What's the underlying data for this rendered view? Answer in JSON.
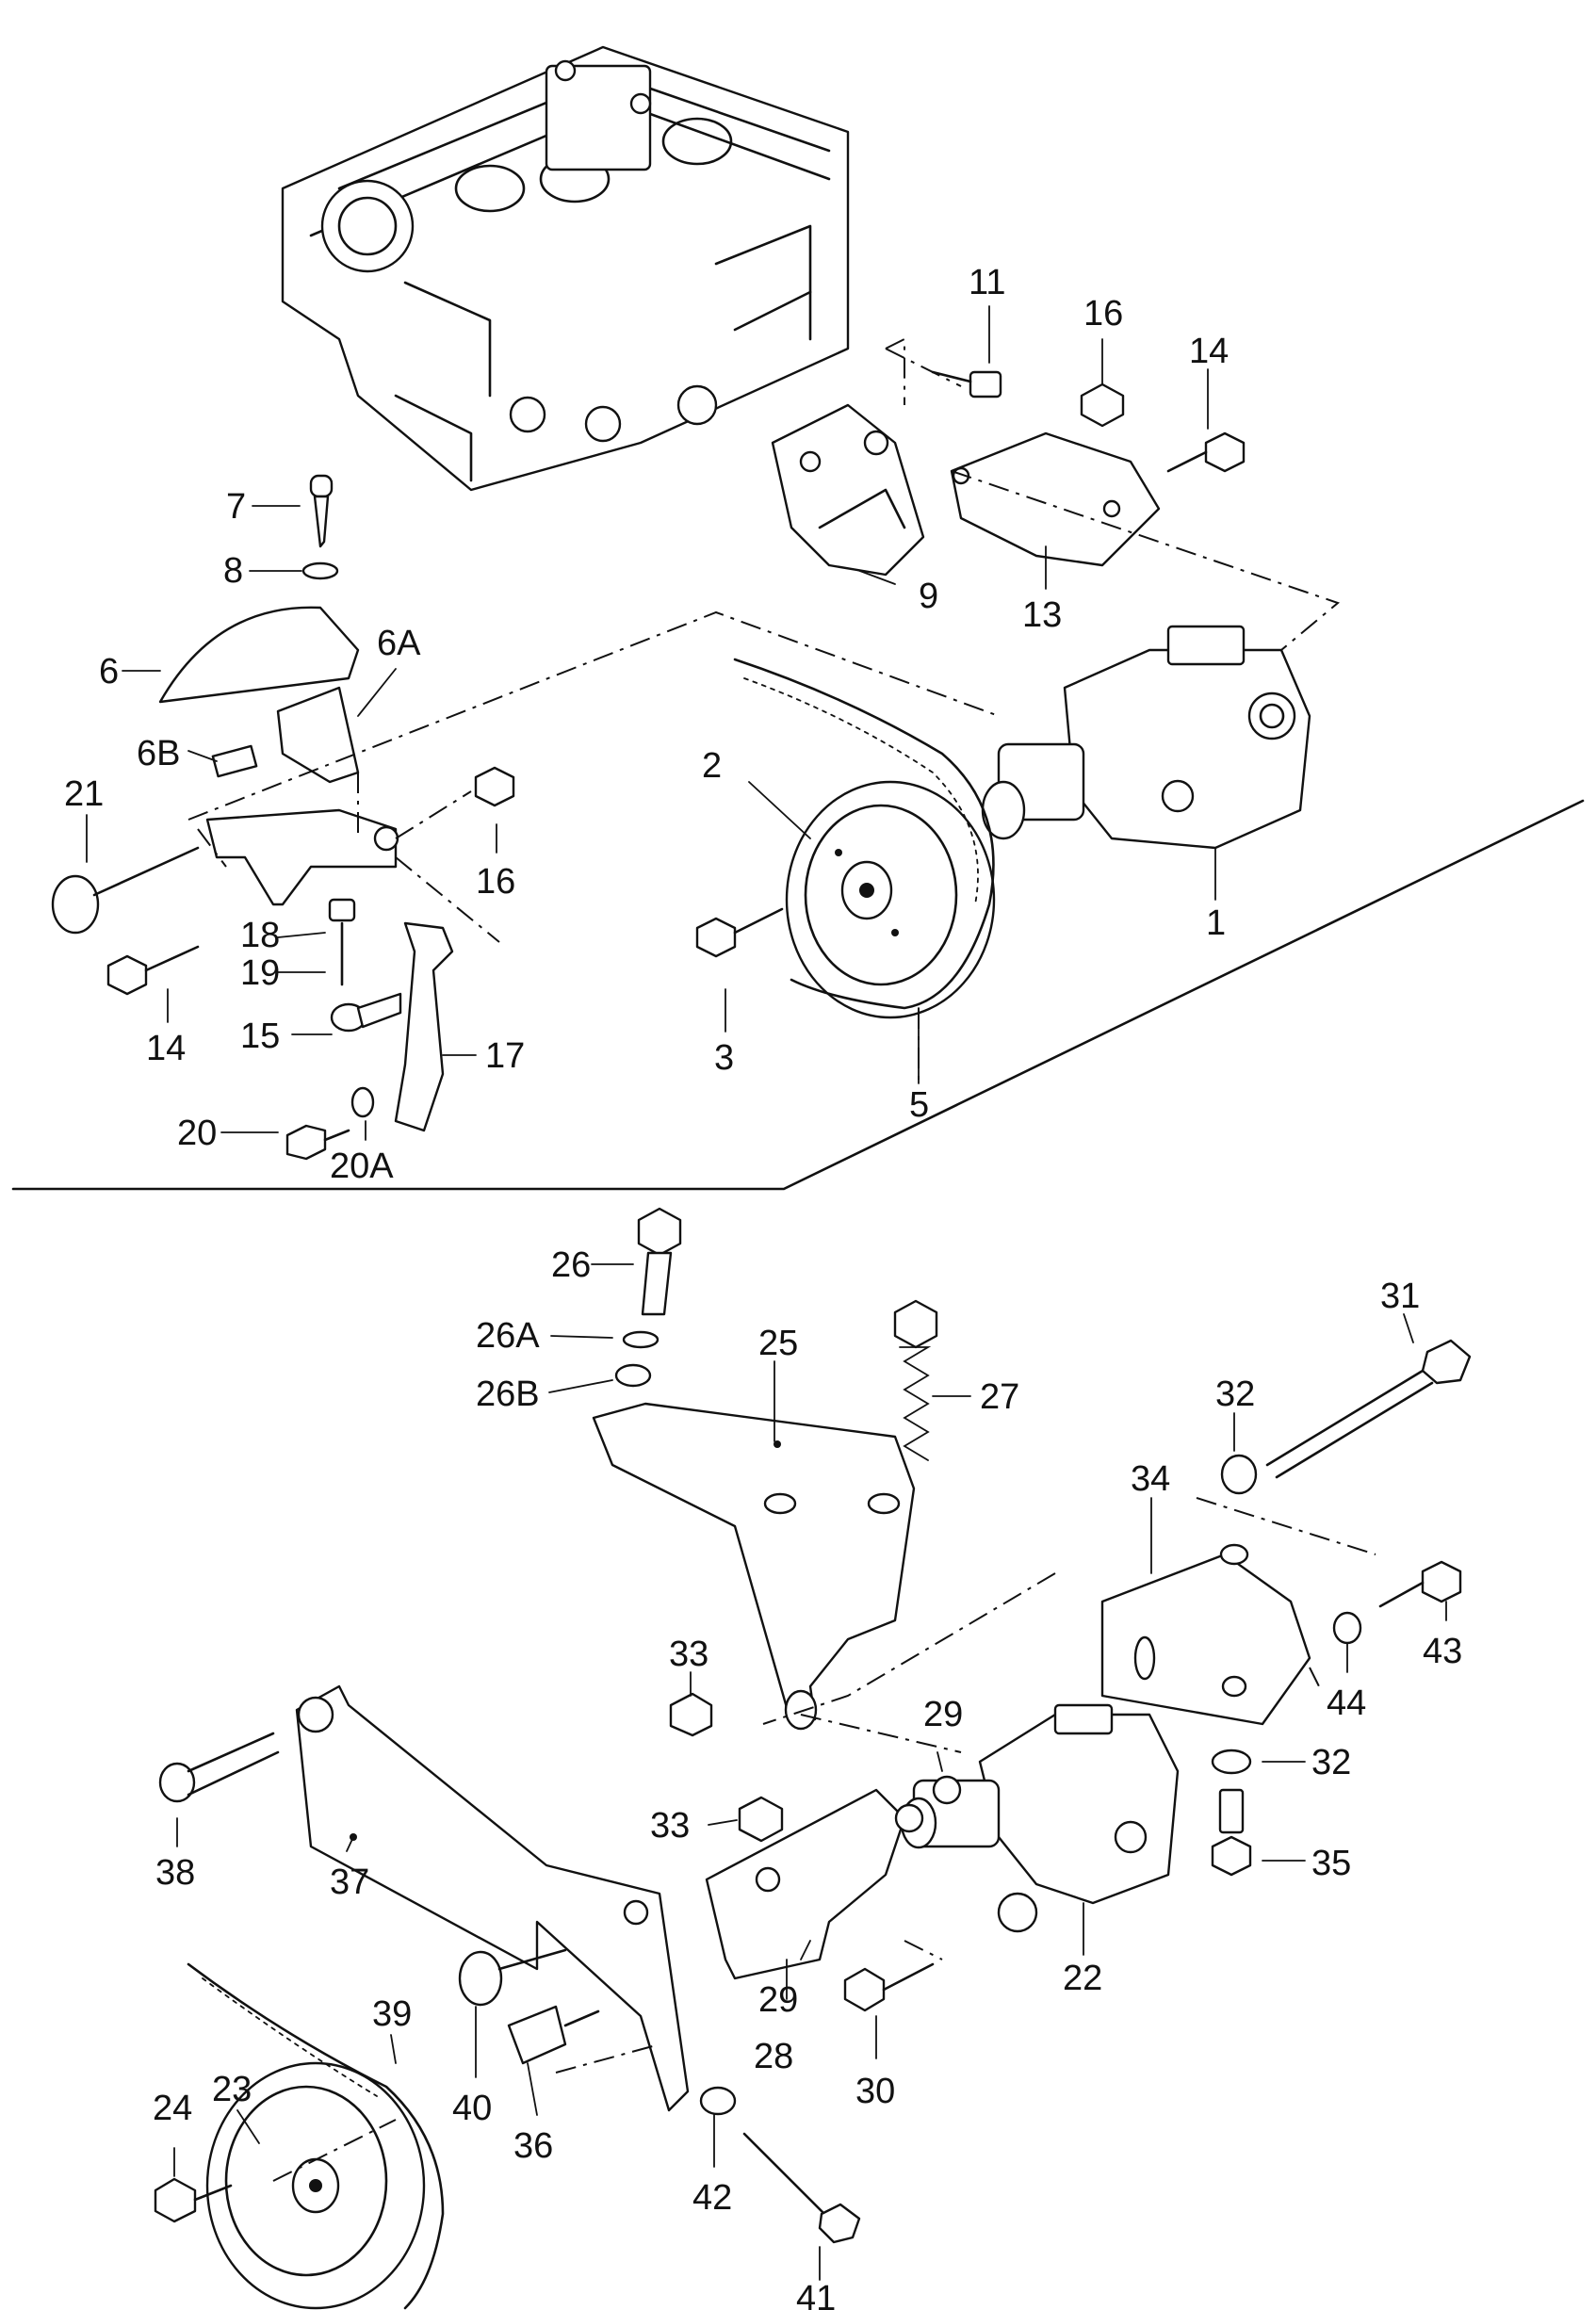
{
  "callouts": {
    "upper": {
      "c1": "1",
      "c2": "2",
      "c3": "3",
      "c5": "5",
      "c6": "6",
      "c6a": "6A",
      "c6b": "6B",
      "c7": "7",
      "c8": "8",
      "c9": "9",
      "c11": "11",
      "c13": "13",
      "c14a": "14",
      "c14b": "14",
      "c15": "15",
      "c16a": "16",
      "c16b": "16",
      "c17": "17",
      "c18": "18",
      "c19": "19",
      "c20": "20",
      "c20a": "20A",
      "c21": "21"
    },
    "lower": {
      "c22": "22",
      "c23": "23",
      "c24": "24",
      "c25": "25",
      "c26": "26",
      "c26a": "26A",
      "c26b": "26B",
      "c27": "27",
      "c28": "28",
      "c29a": "29",
      "c29b": "29",
      "c30": "30",
      "c31": "31",
      "c32a": "32",
      "c32b": "32",
      "c33a": "33",
      "c33b": "33",
      "c34": "34",
      "c35": "35",
      "c36": "36",
      "c37": "37",
      "c38": "38",
      "c39": "39",
      "c40": "40",
      "c41": "41",
      "c42": "42",
      "c43": "43",
      "c44": "44"
    }
  }
}
